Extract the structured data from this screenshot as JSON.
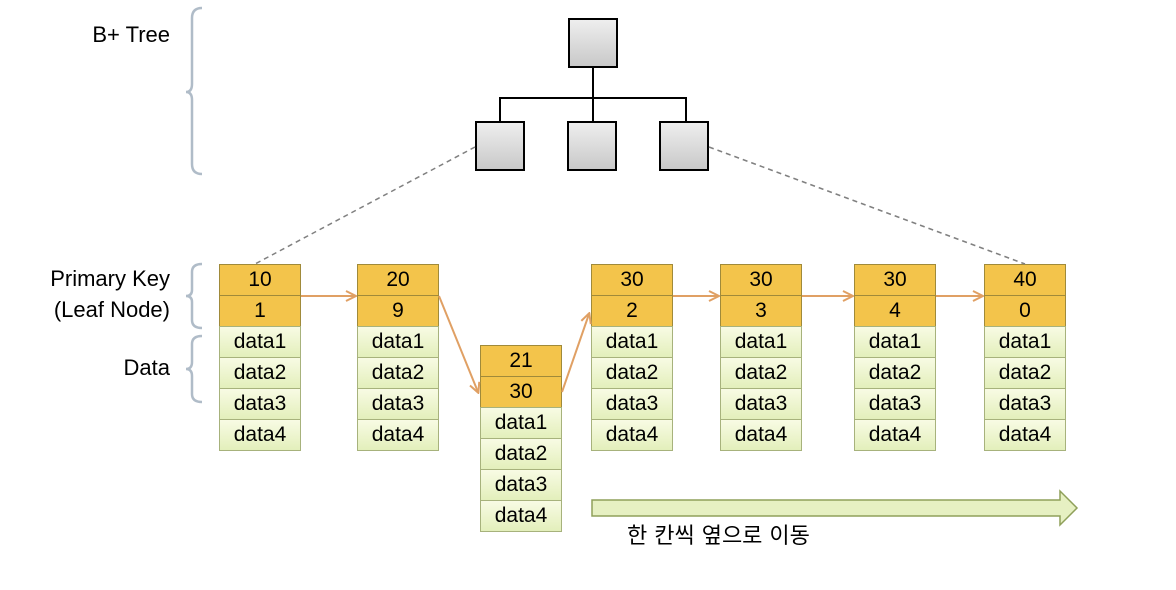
{
  "labels": {
    "bplus_tree": "B+ Tree",
    "primary_key_line1": "Primary Key",
    "primary_key_line2": "(Leaf Node)",
    "data": "Data"
  },
  "leaf_nodes": [
    {
      "key1": "10",
      "key2": "1",
      "data": [
        "data1",
        "data2",
        "data3",
        "data4"
      ]
    },
    {
      "key1": "20",
      "key2": "9",
      "data": [
        "data1",
        "data2",
        "data3",
        "data4"
      ]
    },
    {
      "key1": "21",
      "key2": "30",
      "data": [
        "data1",
        "data2",
        "data3",
        "data4"
      ]
    },
    {
      "key1": "30",
      "key2": "2",
      "data": [
        "data1",
        "data2",
        "data3",
        "data4"
      ]
    },
    {
      "key1": "30",
      "key2": "3",
      "data": [
        "data1",
        "data2",
        "data3",
        "data4"
      ]
    },
    {
      "key1": "30",
      "key2": "4",
      "data": [
        "data1",
        "data2",
        "data3",
        "data4"
      ]
    },
    {
      "key1": "40",
      "key2": "0",
      "data": [
        "data1",
        "data2",
        "data3",
        "data4"
      ]
    }
  ],
  "caption": "한 칸씩 옆으로 이동",
  "colors": {
    "key_fill": "#f3c44b",
    "data_fill": "#e8f2c6",
    "link_arrow": "#e0a064",
    "shift_arrow_fill": "#e6f0c2",
    "shift_arrow_stroke": "#8fa05a",
    "brace": "#b0bcc8",
    "dashed_line": "#808080"
  }
}
